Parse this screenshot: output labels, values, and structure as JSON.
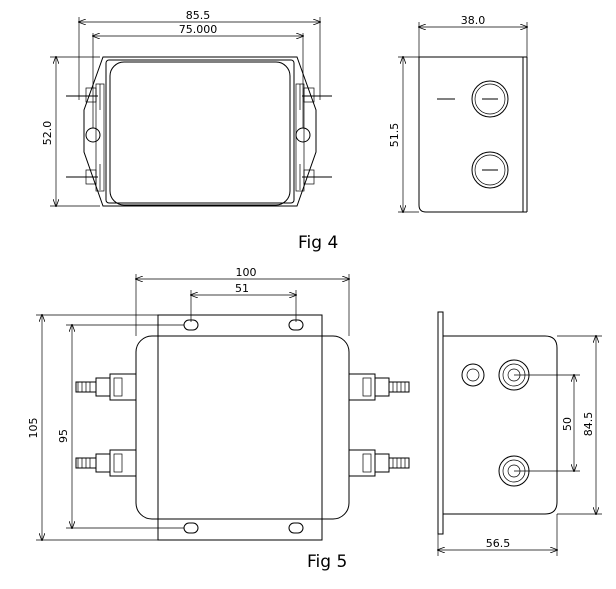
{
  "fig4": {
    "caption": "Fig 4",
    "front": {
      "width_overall": "85.5",
      "width_holes": "75.000",
      "height": "52.0"
    },
    "side": {
      "width": "38.0",
      "height": "51.5"
    }
  },
  "fig5": {
    "caption": "Fig 5",
    "front": {
      "width_overall": "100",
      "hole_spacing": "51",
      "height_overall": "105",
      "height_holes": "95"
    },
    "side": {
      "width": "56.5",
      "height": "84.5",
      "terminal_spacing": "50"
    }
  }
}
